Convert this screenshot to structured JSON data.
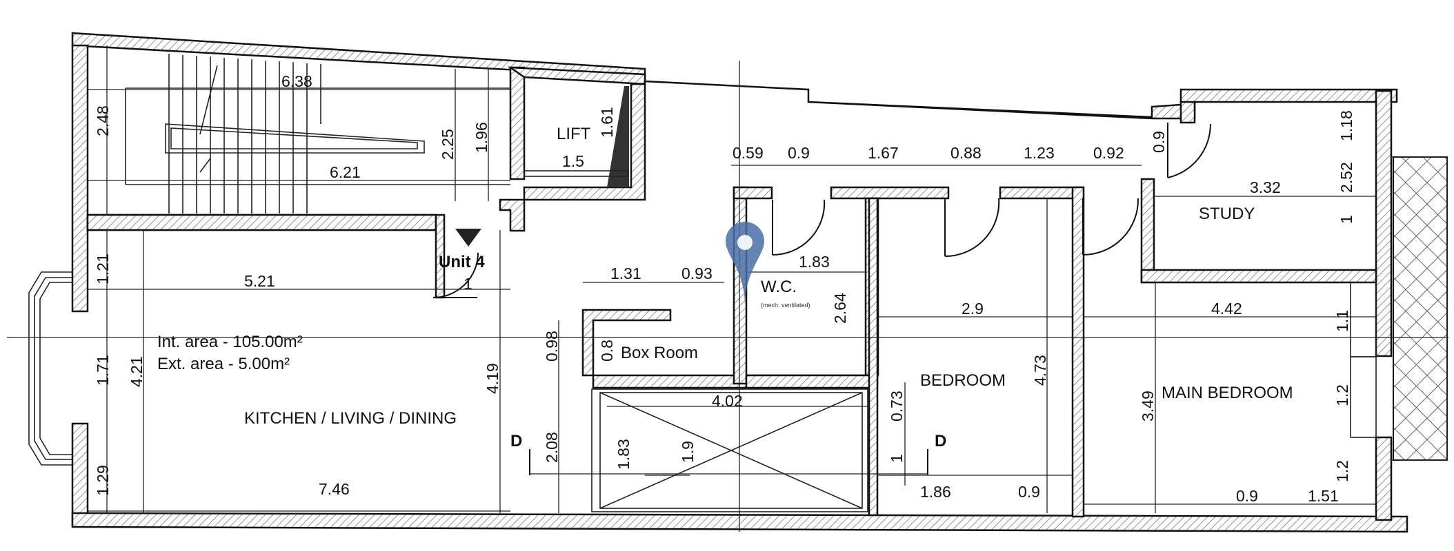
{
  "unit_label": "Unit 4",
  "areas": {
    "internal": "Int. area - 105.00m²",
    "external": "Ext. area - 5.00m²"
  },
  "rooms": {
    "kitchen": "KITCHEN / LIVING / DINING",
    "lift": "LIFT",
    "wc": "W.C.",
    "wc_note": "(mech. ventilated)",
    "box_room": "Box Room",
    "bedroom": "BEDROOM",
    "main_bedroom": "MAIN BEDROOM",
    "study": "STUDY"
  },
  "section_marks": {
    "left": "D",
    "right": "D"
  },
  "dimensions": {
    "stair_top": "6.38",
    "stair_height": "2.48",
    "stair_inner": "2.25",
    "stair_inner2": "1.96",
    "stair_bottom": "6.21",
    "lift_height": "1.61",
    "lift_width": "1.5",
    "kitchen_top_left": "1.21",
    "kitchen_width_top": "5.21",
    "unit_entry": "1",
    "kitchen_mid": "1.71",
    "kitchen_height": "4.21",
    "kitchen_bottom_left": "1.29",
    "kitchen_width": "7.46",
    "kitchen_inner_height": "4.19",
    "boxroom_w1": "1.31",
    "boxroom_w2": "0.93",
    "boxroom_h1": "0.98",
    "boxroom_h2": "0.8",
    "void_height": "2.08",
    "void_inner": "1.83",
    "void_inner2": "1.9",
    "void_width": "4.02",
    "corr_059": "0.59",
    "corr_09a": "0.9",
    "corr_167": "1.67",
    "corr_088": "0.88",
    "corr_123": "1.23",
    "corr_092": "0.92",
    "corr_09b": "0.9",
    "wc_width": "1.83",
    "wc_height": "2.64",
    "bed_width": "2.9",
    "bed_height": "4.73",
    "bed_073": "0.73",
    "bed_1": "1",
    "bed_bottom1": "1.86",
    "bed_bottom2": "0.9",
    "study_width": "3.32",
    "study_h": "2.52",
    "study_118": "1.18",
    "study_1": "1",
    "main_width": "4.42",
    "main_11": "1.1",
    "main_height": "3.49",
    "main_12a": "1.2",
    "main_12b": "1.2",
    "main_bottom1": "0.9",
    "main_bottom2": "1.51"
  },
  "colors": {
    "line": "#111111",
    "hatch": "#555555",
    "pin": "#4a6fa5"
  },
  "icons": {
    "entry_marker": "triangle-down-icon",
    "map_pin": "map-pin-icon"
  }
}
